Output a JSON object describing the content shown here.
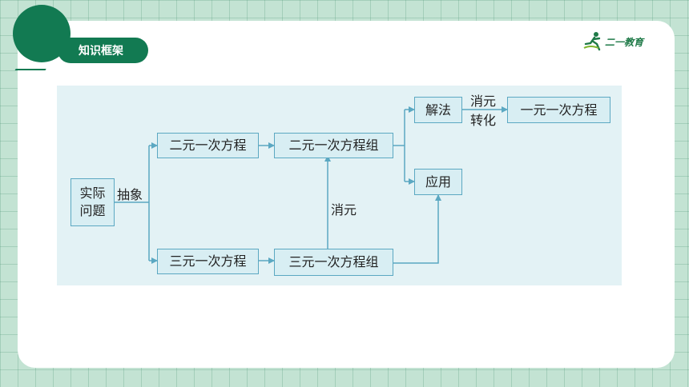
{
  "header": {
    "title": "知识框架"
  },
  "brand": {
    "name": "二一教育",
    "icon": "running-person-logo"
  },
  "diagram": {
    "nodes": {
      "real_problem": "实际问题",
      "two_var_eq": "二元一次方程",
      "two_var_sys": "二元一次方程组",
      "three_var_eq": "三元一次方程",
      "three_var_sys": "三元一次方程组",
      "solution": "解法",
      "application": "应用",
      "one_var_eq": "一元一次方程"
    },
    "labels": {
      "abstract": "抽象",
      "eliminate_vertical": "消元",
      "eliminate_top": "消元",
      "transform": "转化"
    }
  },
  "colors": {
    "background": "#c3e3d3",
    "accent": "#127a52",
    "diagram_bg": "#e3f2f5",
    "box_fill": "#d8eef3",
    "box_border": "#5ba8c2",
    "line": "#5ba8c2"
  }
}
